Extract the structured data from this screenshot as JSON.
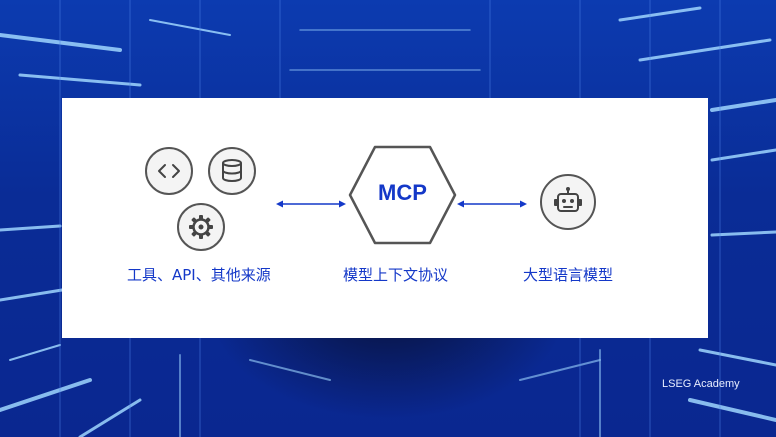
{
  "diagram": {
    "left_group": {
      "label": "工具、API、其他来源",
      "icons": [
        "code-icon",
        "database-icon",
        "gear-icon"
      ]
    },
    "center": {
      "hex_text": "MCP",
      "label": "模型上下文协议"
    },
    "right_group": {
      "label": "大型语言模型",
      "icons": [
        "robot-icon"
      ]
    }
  },
  "watermark": "LSEG Academy",
  "colors": {
    "accent": "#1438c8",
    "background": "#0a2c96",
    "card": "#ffffff"
  }
}
